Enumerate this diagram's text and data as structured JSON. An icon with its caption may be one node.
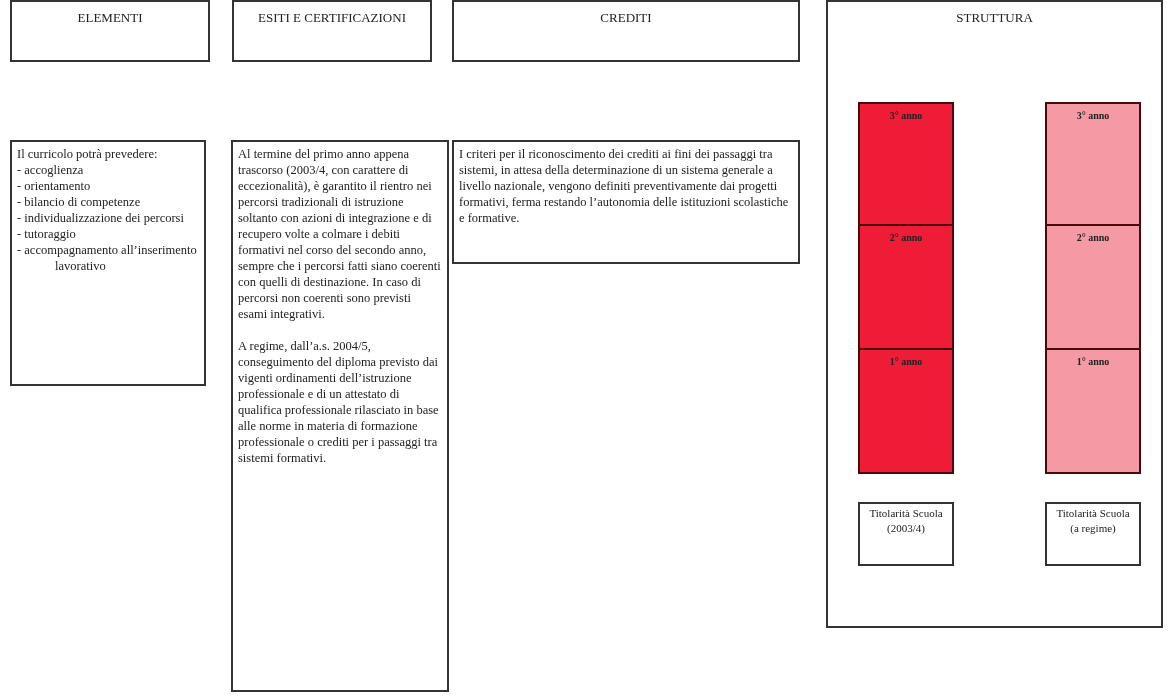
{
  "diagram": {
    "nodes": [
      {
        "text": [
          "ELEMENTI"
        ]
      },
      {
        "text": [
          "ESITI E CERTIFICAZIONI"
        ]
      },
      {
        "text": [
          "CREDITI"
        ]
      },
      {
        "text": [
          "STRUTTURA"
        ]
      },
      {
        "text": [
          "Il curricolo potrà prevedere:",
          "- accoglienza",
          "- orientamento",
          "- bilancio di competenze",
          "- individualizzazione dei percorsi",
          "- tutoraggio",
          "- accompagnamento all’inserimento lavorativo"
        ]
      },
      {
        "text": [
          "Al termine del primo anno appena trascorso (2003/4, con carattere di eccezionalità), è garantito il rientro nei percorsi tradizionali di istruzione soltanto con azioni di integrazione e di recupero volte a colmare i debiti formativi nel corso del secondo anno, sempre che i percorsi fatti siano coerenti con quelli di destinazione. In caso di percorsi non coerenti sono previsti esami integrativi.",
          "A regime, dall’a.s. 2004/5, conseguimento del diploma previsto dai vigenti ordinamenti dell’istruzione professionale e di un attestato di qualifica professionale rilasciato in base alle norme in materia di formazione professionale o crediti per i passaggi tra sistemi formativi."
        ]
      },
      {
        "text": [
          "I criteri per il riconoscimento dei crediti ai fini dei passaggi tra sistemi, in attesa della determinazione di un sistema generale a livello nazionale, vengono definiti preventivamente dai progetti formativi, ferma restando l’autonomia delle istituzioni scolastiche e formative."
        ]
      },
      {
        "text": [
          "3° anno"
        ],
        "in": 3
      },
      {
        "text": [
          "3° anno"
        ],
        "in": 3
      },
      {
        "text": [
          "2° anno"
        ],
        "in": 3
      },
      {
        "text": [
          "2° anno"
        ],
        "in": 3
      },
      {
        "text": [
          "1° anno"
        ],
        "in": 3
      },
      {
        "text": [
          "1° anno"
        ],
        "in": 3
      },
      {
        "text": [
          "Titolarità Scuola (2003/4)"
        ],
        "in": 3
      },
      {
        "text": [
          "Titolarità Scuola (a regime)"
        ],
        "in": 3
      }
    ]
  }
}
